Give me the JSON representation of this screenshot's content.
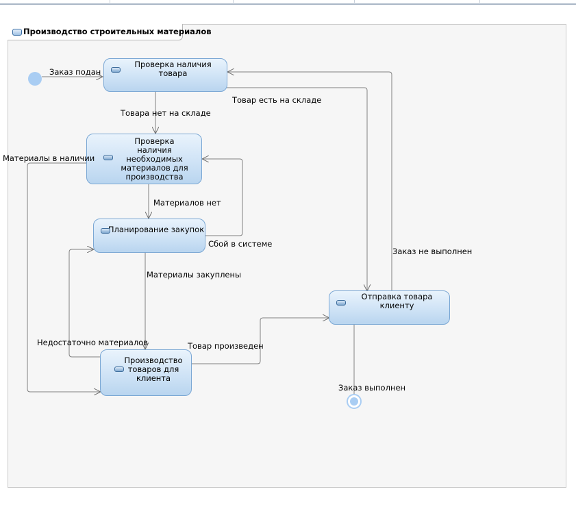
{
  "diagram": {
    "title": "Производство строительных материалов",
    "states": {
      "check_stock": "Проверка наличия товара",
      "check_materials": "Проверка наличия необходимых материалов для производства",
      "planning": "Планирование закупок",
      "production": "Производство товаров для клиента",
      "shipping": "Отправка товара клиенту"
    },
    "transitions": {
      "order_placed": "Заказ подан",
      "not_in_stock": "Товара нет на складе",
      "in_stock": "Товар есть на складе",
      "materials_available": "Материалы в наличии",
      "no_materials": "Материалов нет",
      "system_failure": "Сбой в системе",
      "materials_purchased": "Материалы закуплены",
      "insufficient_materials": "Недостаточно материалов",
      "product_made": "Товар произведен",
      "order_not_done": "Заказ не выполнен",
      "order_done": "Заказ выполнен"
    }
  }
}
